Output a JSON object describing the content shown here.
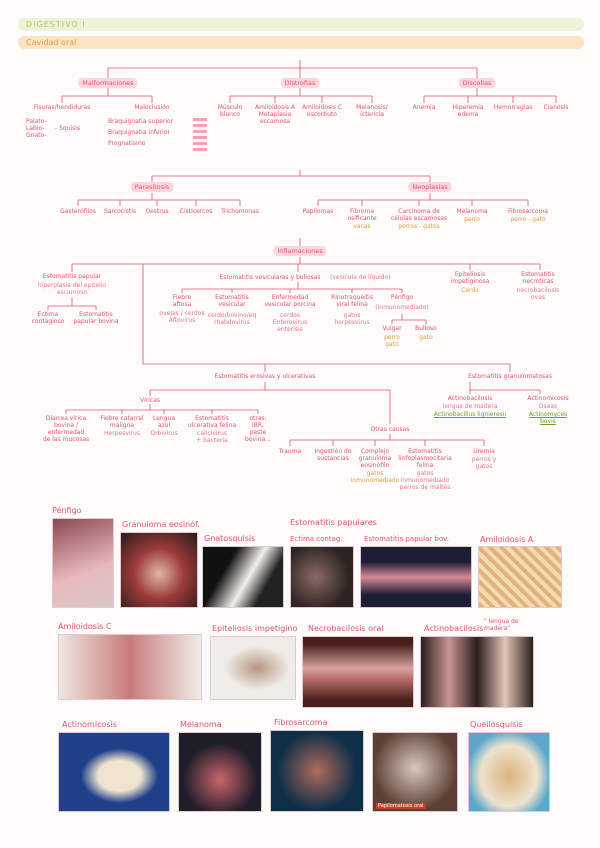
{
  "header": {
    "title": "DIGESTIVO I",
    "section": "Cavidad oral"
  },
  "colors": {
    "pink": "#e2536e",
    "box": "#fad7df",
    "orange": "#e39a3c",
    "green": "#6d9c2c",
    "title_bar": "#eef2d8",
    "section_bar": "#fbe4c4"
  },
  "tree1": {
    "malformaciones": "Malformaciones",
    "distrofias": "Distrofias",
    "discolias": "Discolias",
    "fisuras": "Fisuras/hendiduras",
    "fisuras_list": "Palato-\nLabio-\nGnato-",
    "fisuras_tag": "- Squisis",
    "maloclusion": "Maloclusión",
    "maloclusion_list": "Braquignatia superior\nBraquignatia inferior\nPrognatismo",
    "musculo": "Músculo\nblanco",
    "atrofia_a": "Amiloidosis A\nMetaplasia\nescamosa",
    "atrofia_c": "Amiloidosis C\nescorbuto",
    "melanosis": "Melanosis/\nictericia",
    "anemia": "Anemia",
    "hiperemia": "Hiperemia\nedema",
    "hemorragias": "Hemorragias",
    "cianosis": "Cianosis"
  },
  "tree2": {
    "parasitosis": "Parasitosis",
    "neoplasias": "Neoplasias",
    "p1": "Gasterófilos",
    "p2": "Sarcocistis",
    "p3": "Oestrus",
    "p4": "Cisticercos",
    "p5": "Trichomonas",
    "n1": "Papilomas",
    "n2": "Fibroma\nosificante",
    "n2s": "vacas",
    "n3": "Carcinoma de\ncélulas escamosas",
    "n3s": "perros - gatos",
    "n4": "Melanoma",
    "n4s": "perro",
    "n5": "Fibrosarcoma",
    "n5s": "perro - gato"
  },
  "tree3": {
    "inflamaciones": "Inflamaciones",
    "papular": "Estomatitis papular",
    "papular_sub": "hiperplasia del epitelio\nescamoso",
    "ectima": "Ectima\ncontagioso",
    "papular_bov": "Estomatitis\npapular bovina",
    "vesiculares": "Estomatitis vesiculares y bullosas",
    "vesiculares_note": "(vesícula de líquido)",
    "fiebre_aftosa": "Fiebre\naftosa",
    "fiebre_aftosa_s": "ovejas / cerdos\nAftovirus",
    "est_vesicular": "Estomatitis\nvesicular",
    "est_vesicular_s": "cerdo/bovino/eq\nrhabdovirus",
    "enf_vesicular": "Enfermedad\nvesicular porcina",
    "enf_vesicular_s": "cerdos\nEnterovirus\nenterisis",
    "rinotraqueitis": "Rinotraqueitis\nviral felina",
    "rinotraqueitis_s": "gatos\nherpesvirus",
    "penfigo": "Pénfigo",
    "penfigo_s": "(inmunomediado)",
    "vulgar": "Vulgar",
    "vulgar_s": "perro\ngato",
    "bulloso": "Bulloso",
    "bulloso_s": "gato",
    "epitelio": "Epiteliosis\nimpetiginosa",
    "epitelio_s": "Cerdo",
    "necroticas": "Estomatitis\nnecróticas",
    "necroticas_s": "necrobacilosis\novas",
    "erosivas": "Estomatitis erosivas y ulcerativas",
    "granulomatosas": "Estomatitis granulomatosas",
    "actinobacilosis": "Actinobacilosis",
    "actinobacilosis_s": "lengua de madera",
    "actinobacilosis_g": "Actinobacillus lignieresii",
    "actinomicosis": "Actinomicosis",
    "actinomicosis_s": "Óseas",
    "actinomicosis_g": "Actinomyces bovis",
    "viricas": "Víricas",
    "diarrea": "Diarrea vírica\nbovina /\nenfermedad\nde las mucosas",
    "fiebre_catarral": "Fiebre catarral\nmaligna",
    "fiebre_catarral_s": "Herpesvirus",
    "lengua_azul": "Lengua\nazul",
    "lengua_azul_s": "Orbivirus",
    "est_urem": "Estomatitis\nulcerativa felina",
    "est_urem_s": "calicivirus\n+ bacteria",
    "otras_v": "otras:\nIBR,\npeste\nbovina...",
    "otras_causas": "Otras causas",
    "trauma": "Trauma",
    "ingestion": "Ingestión de\nsustancias",
    "complejo": "Complejo\ngranuloma\neosinófilo",
    "complejo_s": "gatos\ninmunomediado",
    "gingivo": "Estomatitis\nlinfoplasmocitaria\nfelina",
    "gingivo_s": "gatos\ninmunomediado\nperros de maltés",
    "uremia": "Uremia",
    "uremia_s": "perros y\ngatos"
  },
  "photos": {
    "penfigo": "Pénfigo",
    "granuloma": "Granuloma eosinóf.",
    "gnatosquisis": "Gnatosquisis",
    "papulares": "Estomatitis papulares",
    "ectima": "Ectima contag.",
    "papular_bov": "Estomatitis papular bov.",
    "actinomicosis_a": "Amiloidosis A",
    "amiloidosis_c": "Amiloidosis C",
    "epitelio": "Epiteliosis impetigino",
    "necrobacilosis": "Necrobacilosis oral",
    "actinobacilosis": "Actinobacilosis",
    "lengua_madera": "\" lengua de\nmadera\"",
    "actinomicosis": "Actinomicosis",
    "melanoma": "Melanoma",
    "fibrosarcoma": "Fibrosarcoma",
    "papilomatosis": "Papilomatosis oral",
    "queilosquisis": "Queilosquisis"
  }
}
